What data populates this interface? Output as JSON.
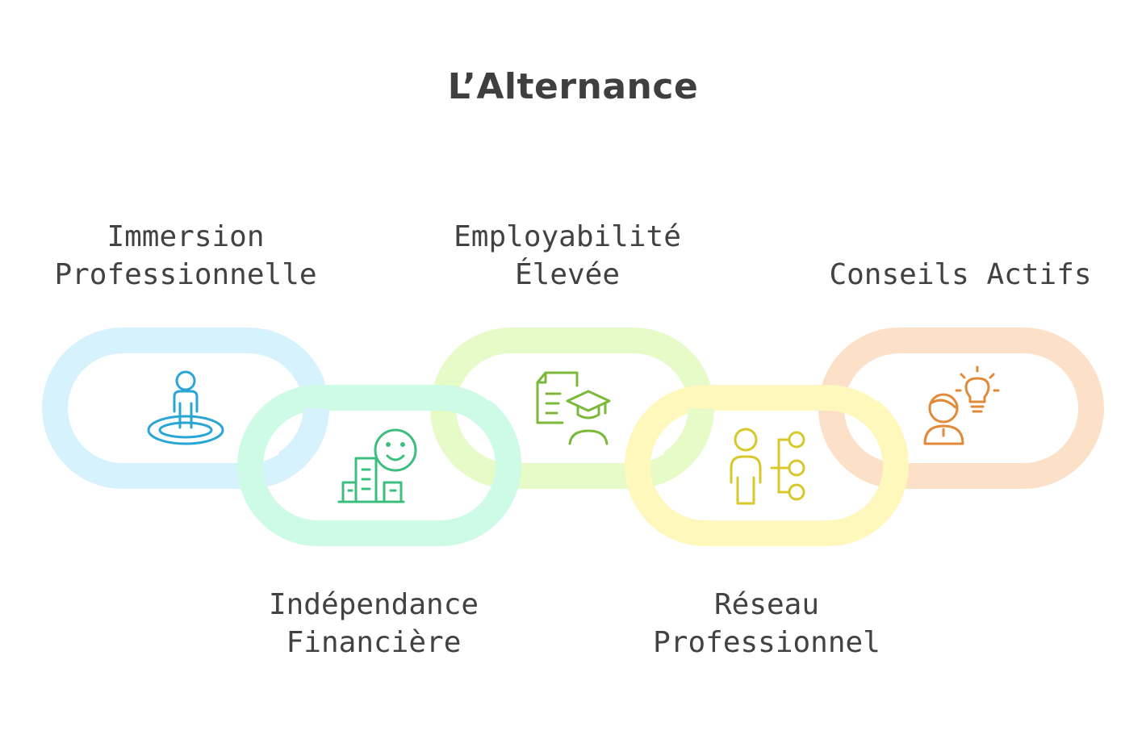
{
  "title": "L’Alternance",
  "links": [
    {
      "label_lines": [
        "Immersion",
        "Professionnelle"
      ],
      "color": "#d6f2fc",
      "icon_color": "#2aa6d6",
      "icon": "person-in-pool-icon",
      "label_position": "top"
    },
    {
      "label_lines": [
        "Indépendance",
        "Financière"
      ],
      "color": "#cdfbe6",
      "icon_color": "#3cbf7e",
      "icon": "happy-buildings-icon",
      "label_position": "bottom"
    },
    {
      "label_lines": [
        "Employabilité",
        "Élevée"
      ],
      "color": "#e6fbc7",
      "icon_color": "#7cb83a",
      "icon": "graduate-document-icon",
      "label_position": "top"
    },
    {
      "label_lines": [
        "Réseau",
        "Professionnel"
      ],
      "color": "#fff8bd",
      "icon_color": "#d8c82a",
      "icon": "person-network-icon",
      "label_position": "bottom"
    },
    {
      "label_lines": [
        "Conseils Actifs"
      ],
      "color": "#fde0c8",
      "icon_color": "#e08a3a",
      "icon": "person-idea-icon",
      "label_position": "top"
    }
  ]
}
